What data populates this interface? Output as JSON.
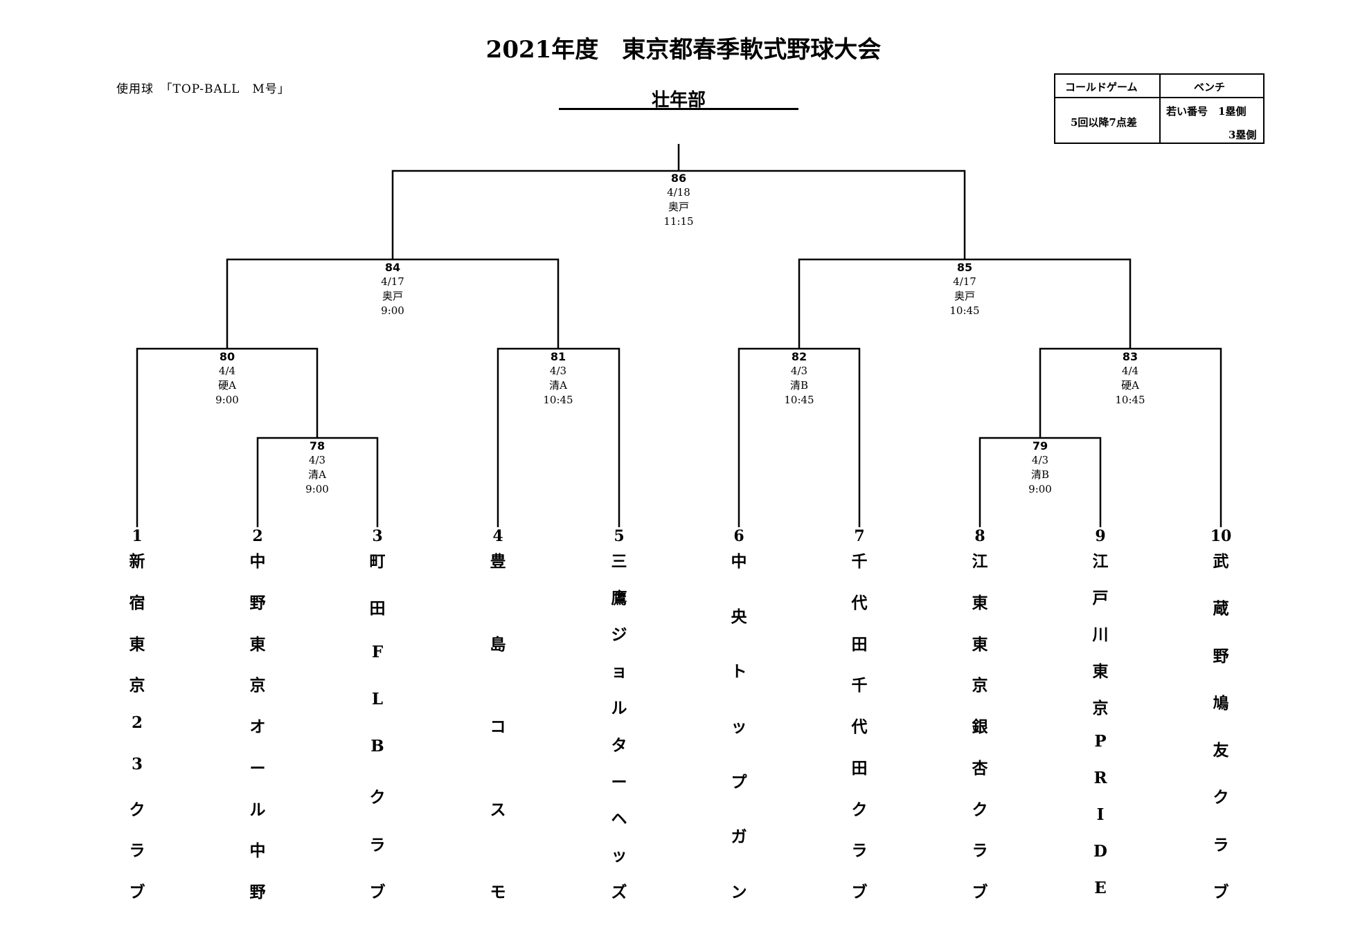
{
  "header": {
    "title": "2021年度　東京都春季軟式野球大会",
    "ball": "使用球　「TOP-BALL　M号」",
    "division": "壮年部"
  },
  "legend": {
    "cold_header": "コールドゲーム",
    "bench_header": "ベンチ",
    "cold_rule": "5回以降7点差",
    "bench_rule_1": "若い番号　1塁側",
    "bench_rule_2": "3塁側"
  },
  "matches": [
    {
      "num": "86",
      "date": "4/18",
      "venue": "奥戸",
      "time": "11:15"
    },
    {
      "num": "84",
      "date": "4/17",
      "venue": "奥戸",
      "time": "9:00"
    },
    {
      "num": "85",
      "date": "4/17",
      "venue": "奥戸",
      "time": "10:45"
    },
    {
      "num": "80",
      "date": "4/4",
      "venue": "硬A",
      "time": "9:00"
    },
    {
      "num": "81",
      "date": "4/3",
      "venue": "清A",
      "time": "10:45"
    },
    {
      "num": "82",
      "date": "4/3",
      "venue": "清B",
      "time": "10:45"
    },
    {
      "num": "83",
      "date": "4/4",
      "venue": "硬A",
      "time": "10:45"
    },
    {
      "num": "78",
      "date": "4/3",
      "venue": "清A",
      "time": "9:00"
    },
    {
      "num": "79",
      "date": "4/3",
      "venue": "清B",
      "time": "9:00"
    }
  ],
  "teams": [
    {
      "num": "1",
      "name": [
        "新",
        "宿",
        "東",
        "京",
        "2",
        "3",
        "ク",
        "ラ",
        "ブ"
      ]
    },
    {
      "num": "2",
      "name": [
        "中",
        "野",
        "東",
        "京",
        "オ",
        "ー",
        "ル",
        "中",
        "野"
      ]
    },
    {
      "num": "3",
      "name": [
        "町",
        "田",
        "F",
        "L",
        "B",
        "ク",
        "ラ",
        "ブ"
      ]
    },
    {
      "num": "4",
      "name": [
        "豊",
        "島",
        "コ",
        "ス",
        "モ"
      ]
    },
    {
      "num": "5",
      "name": [
        "三",
        "鷹",
        "ジ",
        "ョ",
        "ル",
        "タ",
        "ー",
        "ヘ",
        "ッ",
        "ズ"
      ]
    },
    {
      "num": "6",
      "name": [
        "中",
        "央",
        "ト",
        "ッ",
        "プ",
        "ガ",
        "ン"
      ]
    },
    {
      "num": "7",
      "name": [
        "千",
        "代",
        "田",
        "千",
        "代",
        "田",
        "ク",
        "ラ",
        "ブ"
      ]
    },
    {
      "num": "8",
      "name": [
        "江",
        "東",
        "東",
        "京",
        "銀",
        "杏",
        "ク",
        "ラ",
        "ブ"
      ]
    },
    {
      "num": "9",
      "name": [
        "江",
        "戸",
        "川",
        "東",
        "京",
        "P",
        "R",
        "I",
        "D",
        "E"
      ]
    },
    {
      "num": "10",
      "name": [
        "武",
        "蔵",
        "野",
        "鳩",
        "友",
        "ク",
        "ラ",
        "ブ"
      ]
    }
  ]
}
